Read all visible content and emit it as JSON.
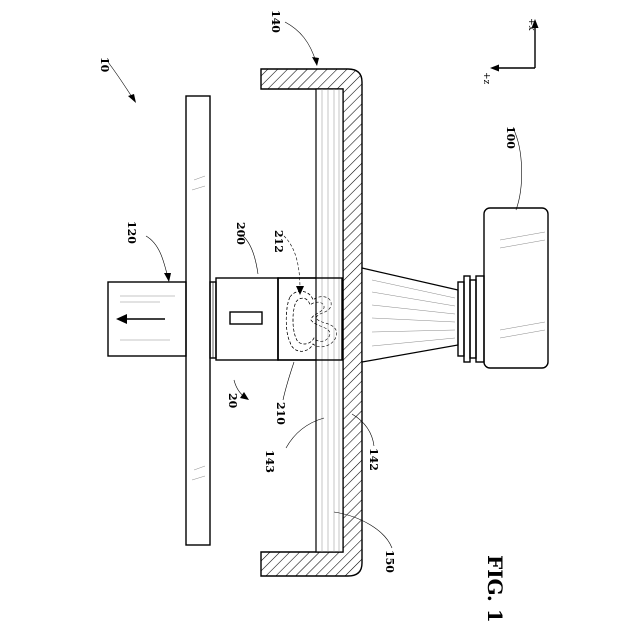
{
  "figure_label": "FIG. 1",
  "axes": {
    "x_label": "+x",
    "z_label": "+z"
  },
  "reference_numerals": {
    "system": "10",
    "assembly": "20",
    "stage": "120",
    "container": "140",
    "container_wall": "142",
    "container_window": "143",
    "liquid": "150",
    "light_source": "100",
    "cartridge": "200",
    "substrate": "210",
    "object": "212"
  }
}
